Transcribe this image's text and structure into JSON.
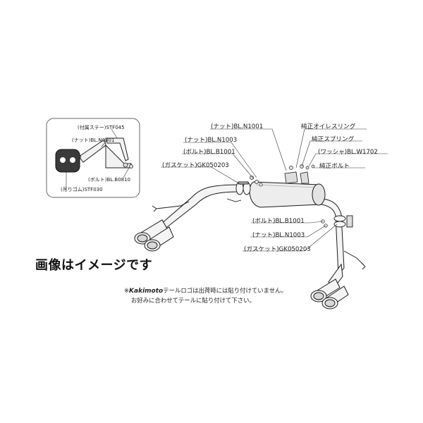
{
  "caption": "画像はイメージです",
  "inset": {
    "labels": [
      "(付属ステー)STF045",
      "(ナット)BL.N0801",
      "(ボルト)BL.B0810",
      "(吊りゴム)STF030"
    ]
  },
  "callouts": {
    "upper": [
      "(ナット)BL.N1001",
      "(ナット)BL.N1003",
      "(ボルト)BL.B1001",
      "(ガスケット)GK050203",
      "純正オイレスリング",
      "純正スプリング",
      "(ワッシャ)BL.W1702",
      "純正ボルト"
    ],
    "lower": [
      "(ボルト)BL.B1001",
      "(ナット)BL.N1003",
      "(ガスケット)GK050203"
    ]
  },
  "note": {
    "prefix": "※",
    "brand": "Kakimoto",
    "line1_rest": "テールロゴは出荷時には貼り付けていません。",
    "line2": "お好みに合わせてテールに貼り付けて下さい。"
  },
  "colors": {
    "line": "#1a1a1a",
    "pipe_fill": "#f4f4f4",
    "inset_border": "#666666",
    "hanger_rubber": "#3a3a3a"
  }
}
